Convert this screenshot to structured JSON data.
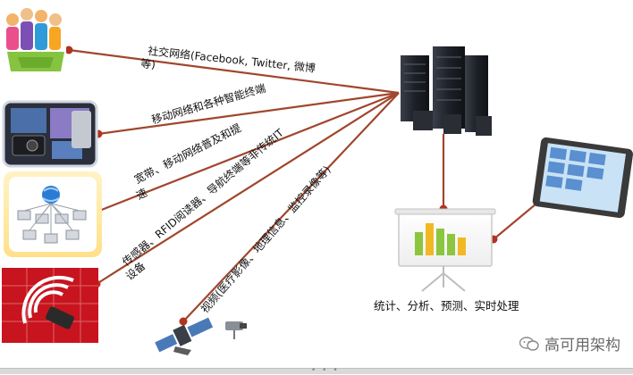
{
  "labels": {
    "social": "社交网络(Facebook, Twitter, 微博",
    "social_cont": "等)",
    "mobile": "移动网络和各种智能终端",
    "broadband": "宽带、移动网络普及和提",
    "broadband_cont": "速",
    "sensor": "传感器、RFID阅读器、导航终端等非传统IT",
    "sensor_cont": "设备",
    "video": "视频(医疗影像、地理信息、监控录像等)"
  },
  "caption": "统计、分析、预测、实时处理",
  "brand": "高可用架构",
  "colors": {
    "connector": "#a0462d",
    "dot": "#b2331f",
    "bar_green": "#8cc63f",
    "bar_yellow": "#f2b824"
  },
  "icons": {
    "social": "people-icon",
    "mobile": "devices-icon",
    "broadband": "network-globe-icon",
    "sensor": "rfid-signal-icon",
    "video": "satellite-camera-icon",
    "server": "server-rack-icon",
    "chart": "presentation-chart-icon",
    "tablet": "tablet-icon",
    "brand": "wechat-icon"
  }
}
